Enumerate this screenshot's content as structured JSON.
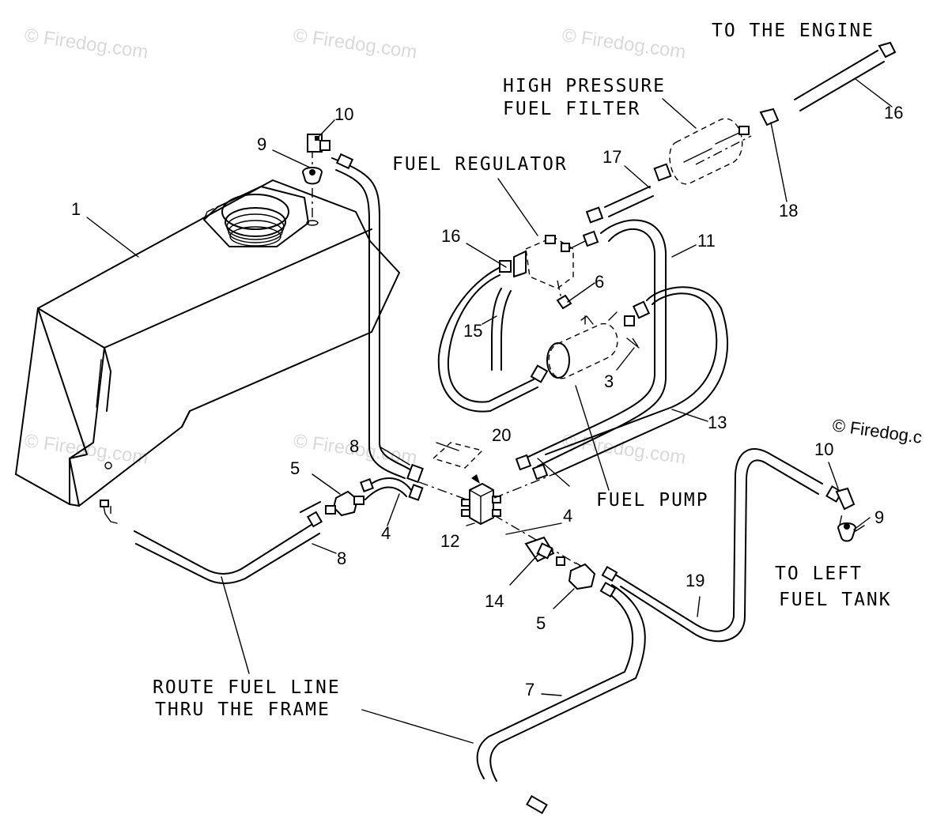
{
  "labels": {
    "to_engine": "TO THE ENGINE",
    "hp_filter_line1": "HIGH PRESSURE",
    "hp_filter_line2": "FUEL FILTER",
    "fuel_regulator": "FUEL REGULATOR",
    "fuel_pump": "FUEL PUMP",
    "to_left_line1": "TO LEFT",
    "to_left_line2": "FUEL TANK",
    "route_line1": "ROUTE FUEL LINE",
    "route_line2": "THRU THE FRAME"
  },
  "callouts": {
    "c1": "1",
    "c3": "3",
    "c4a": "4",
    "c4b": "4",
    "c5a": "5",
    "c5b": "5",
    "c6": "6",
    "c7": "7",
    "c8a": "8",
    "c8b": "8",
    "c9a": "9",
    "c9b": "9",
    "c10a": "10",
    "c10b": "10",
    "c11": "11",
    "c12": "12",
    "c13": "13",
    "c14": "14",
    "c15": "15",
    "c16a": "16",
    "c16b": "16",
    "c17": "17",
    "c18": "18",
    "c19": "19",
    "c20": "20"
  },
  "watermark": {
    "text": "© Firedog.com",
    "visible_text": "© Firedog.c"
  }
}
